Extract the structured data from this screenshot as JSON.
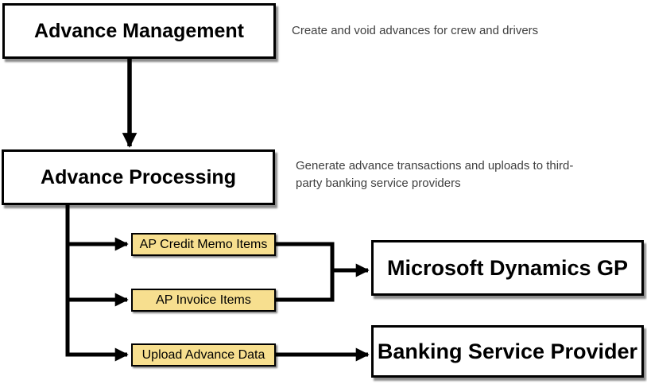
{
  "nodes": {
    "advance_management": {
      "label": "Advance Management",
      "description": "Create and void advances for crew and drivers"
    },
    "advance_processing": {
      "label": "Advance Processing",
      "description": "Generate advance transactions and uploads to third-party banking service providers"
    },
    "ap_credit_memo_items": {
      "label": "AP Credit Memo Items"
    },
    "ap_invoice_items": {
      "label": "AP Invoice Items"
    },
    "upload_advance_data": {
      "label": "Upload Advance Data"
    },
    "microsoft_dynamics_gp": {
      "label": "Microsoft Dynamics GP"
    },
    "banking_service_provider": {
      "label": "Banking Service Provider"
    }
  },
  "edges": [
    {
      "from": "advance_management",
      "to": "advance_processing"
    },
    {
      "from": "advance_processing",
      "to": "ap_credit_memo_items"
    },
    {
      "from": "advance_processing",
      "to": "ap_invoice_items"
    },
    {
      "from": "advance_processing",
      "to": "upload_advance_data"
    },
    {
      "from": "ap_credit_memo_items",
      "to": "microsoft_dynamics_gp"
    },
    {
      "from": "ap_invoice_items",
      "to": "microsoft_dynamics_gp"
    },
    {
      "from": "upload_advance_data",
      "to": "banking_service_provider"
    }
  ],
  "colors": {
    "background": "#ffffff",
    "box_fill": "#ffffff",
    "box_border": "#000000",
    "sub_box_fill": "#f7df8f",
    "connector": "#000000",
    "annotation_text": "#404040",
    "heading_text": "#000000"
  }
}
